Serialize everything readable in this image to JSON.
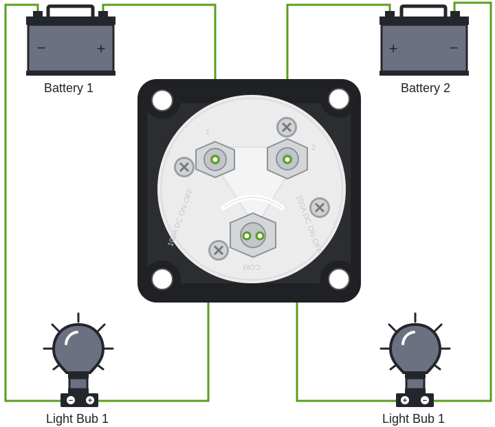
{
  "labels": {
    "battery_1": "Battery 1",
    "battery_2": "Battery 2",
    "bulb_left": "Light Bub 1",
    "bulb_right": "Light Bub 1"
  },
  "symbols": {
    "minus": "−",
    "plus": "+"
  },
  "switch_face": {
    "terminal_1_text": "1",
    "terminal_2_text": "2",
    "common_text": "COM",
    "rating_left": "100A DC ON-OFF",
    "rating_right": "100A DC ON-OFF"
  },
  "colors": {
    "wire": "#5a9e1c",
    "battery_body": "#6b7180",
    "battery_outline": "#23262b",
    "bulb_glass": "#6b7180",
    "switch_housing": "#1f2124",
    "switch_face": "#ececec"
  },
  "icons": {
    "battery": "battery-icon",
    "bulb": "light-bulb-icon",
    "switch": "battery-selector-switch-icon"
  }
}
